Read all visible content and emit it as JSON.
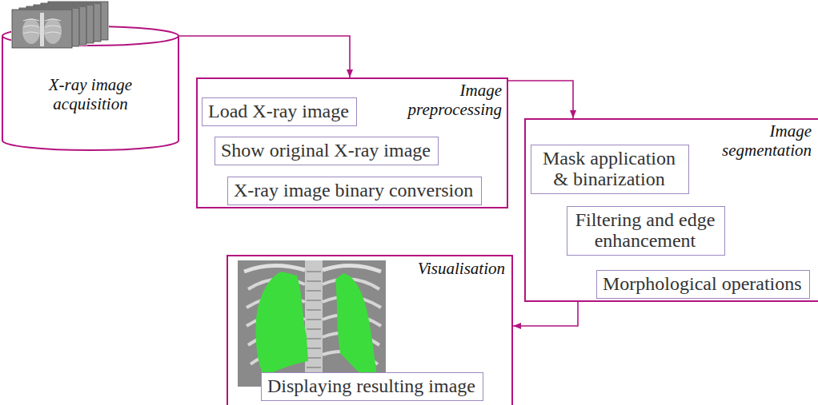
{
  "diagram": {
    "nodes": [
      {
        "text": [
          "X-ray image acquisition"
        ]
      },
      {
        "text": [
          "Image preprocessing"
        ]
      },
      {
        "text": [
          "Load X-ray image"
        ],
        "in": 1
      },
      {
        "text": [
          "Show original X-ray image"
        ],
        "in": 1
      },
      {
        "text": [
          "X-ray image binary conversion"
        ],
        "in": 1
      },
      {
        "text": [
          "Image segmentation"
        ]
      },
      {
        "text": [
          "Mask application & binarization"
        ],
        "in": 5
      },
      {
        "text": [
          "Filtering and edge enhancement"
        ],
        "in": 5
      },
      {
        "text": [
          "Morphological operations"
        ],
        "in": 5
      },
      {
        "text": [
          "Visualisation"
        ]
      },
      {
        "text": [
          "Displaying resulting image"
        ],
        "in": 9
      }
    ],
    "edges": [
      {
        "from": 0,
        "to": 1,
        "arrow": "to"
      },
      {
        "from": 1,
        "to": 5,
        "arrow": "to"
      },
      {
        "from": 5,
        "to": 9,
        "arrow": "to"
      }
    ]
  }
}
